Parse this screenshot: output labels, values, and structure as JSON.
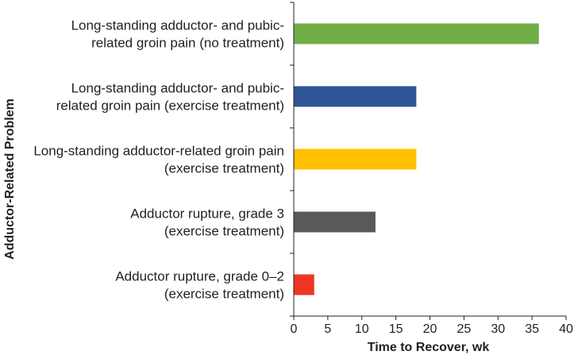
{
  "chart_data": {
    "type": "bar",
    "orientation": "horizontal",
    "title": "",
    "xlabel": "Time to Recover, wk",
    "ylabel": "Adductor-Related Problem",
    "xlim": [
      0,
      40
    ],
    "xticks": [
      0,
      5,
      10,
      15,
      20,
      25,
      30,
      35,
      40
    ],
    "grid": false,
    "legend": "none",
    "categories": [
      [
        "Long-standing adductor- and pubic-",
        "related groin pain (no treatment)"
      ],
      [
        "Long-standing adductor- and pubic-",
        "related groin pain (exercise treatment)"
      ],
      [
        "Long-standing adductor-related groin pain",
        "(exercise treatment)"
      ],
      [
        "Adductor rupture, grade 3",
        "(exercise treatment)"
      ],
      [
        "Adductor rupture, grade 0–2",
        "(exercise treatment)"
      ]
    ],
    "values": [
      36,
      18,
      18,
      12,
      3
    ],
    "colors": [
      "#70ad47",
      "#2f5597",
      "#ffc000",
      "#595959",
      "#ee3524"
    ]
  }
}
